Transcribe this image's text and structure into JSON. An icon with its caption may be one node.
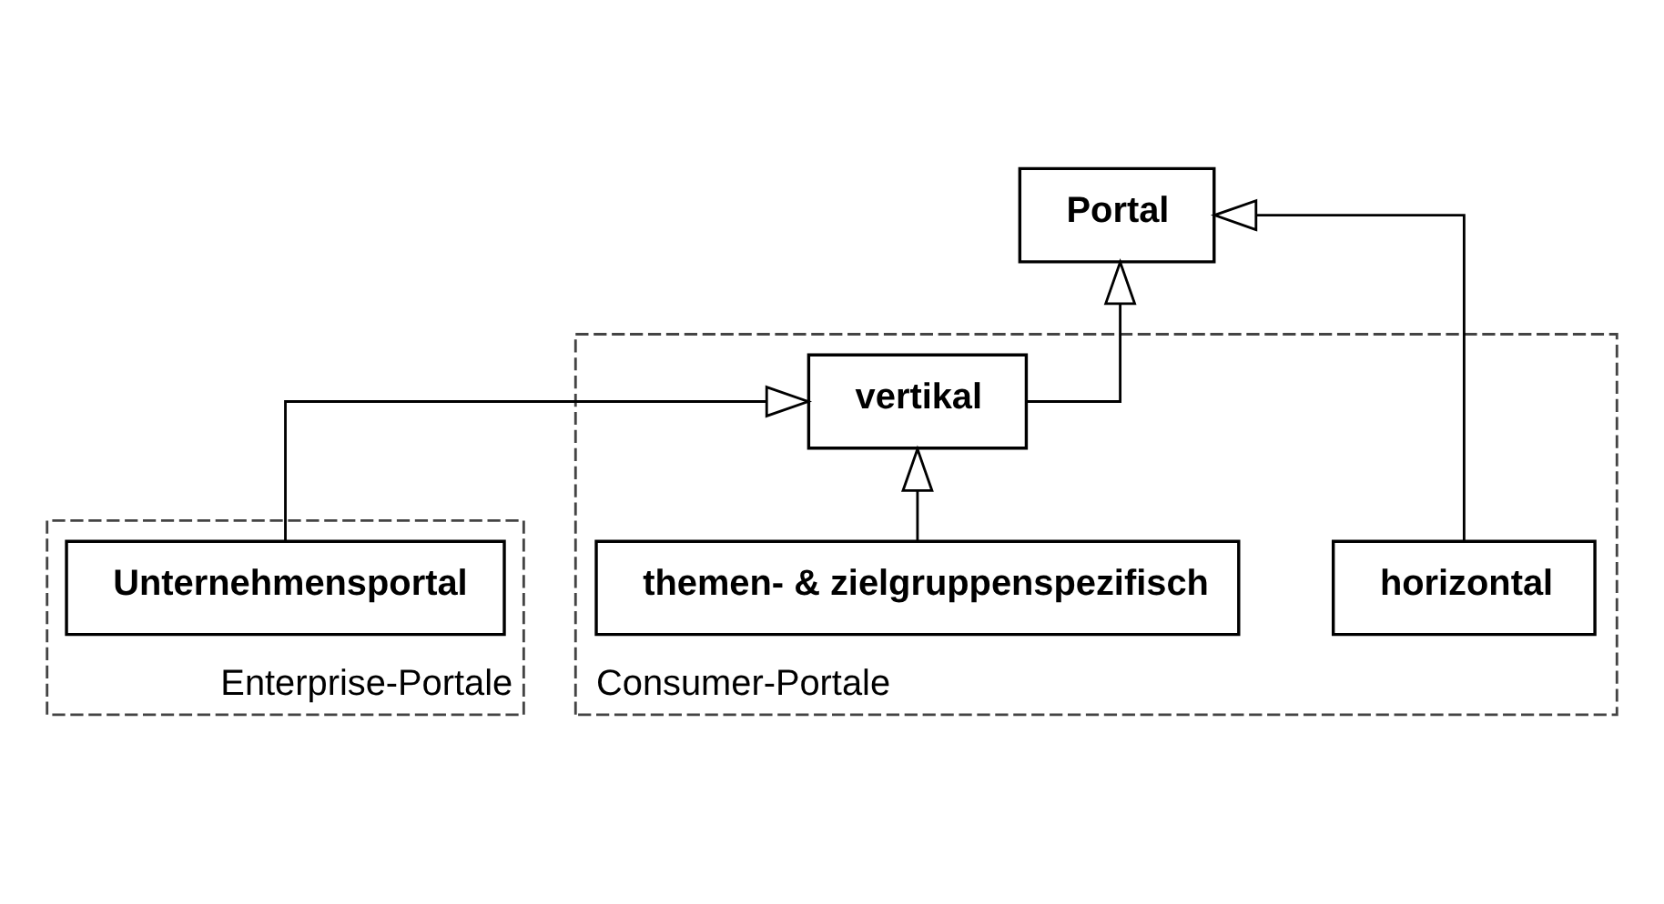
{
  "diagram": {
    "nodes": [
      {
        "text": [
          "Portal"
        ]
      },
      {
        "text": [
          "Consumer-Portale"
        ]
      },
      {
        "text": [
          "horizontal"
        ],
        "in": 1
      },
      {
        "text": [
          "vertikal"
        ],
        "in": 1
      },
      {
        "text": [
          "themen- & zielgruppenspezifisch"
        ],
        "in": 1
      },
      {
        "text": [
          "Enterprise-Portale"
        ]
      },
      {
        "text": [
          "Unternehmensportal"
        ],
        "in": 5
      }
    ],
    "edges": [
      {
        "from": 2,
        "to": 0,
        "arrow": "to"
      },
      {
        "from": 3,
        "to": 0,
        "arrow": "to"
      },
      {
        "from": 4,
        "to": 3,
        "arrow": "to"
      },
      {
        "from": 6,
        "to": 3,
        "arrow": "to"
      }
    ]
  }
}
